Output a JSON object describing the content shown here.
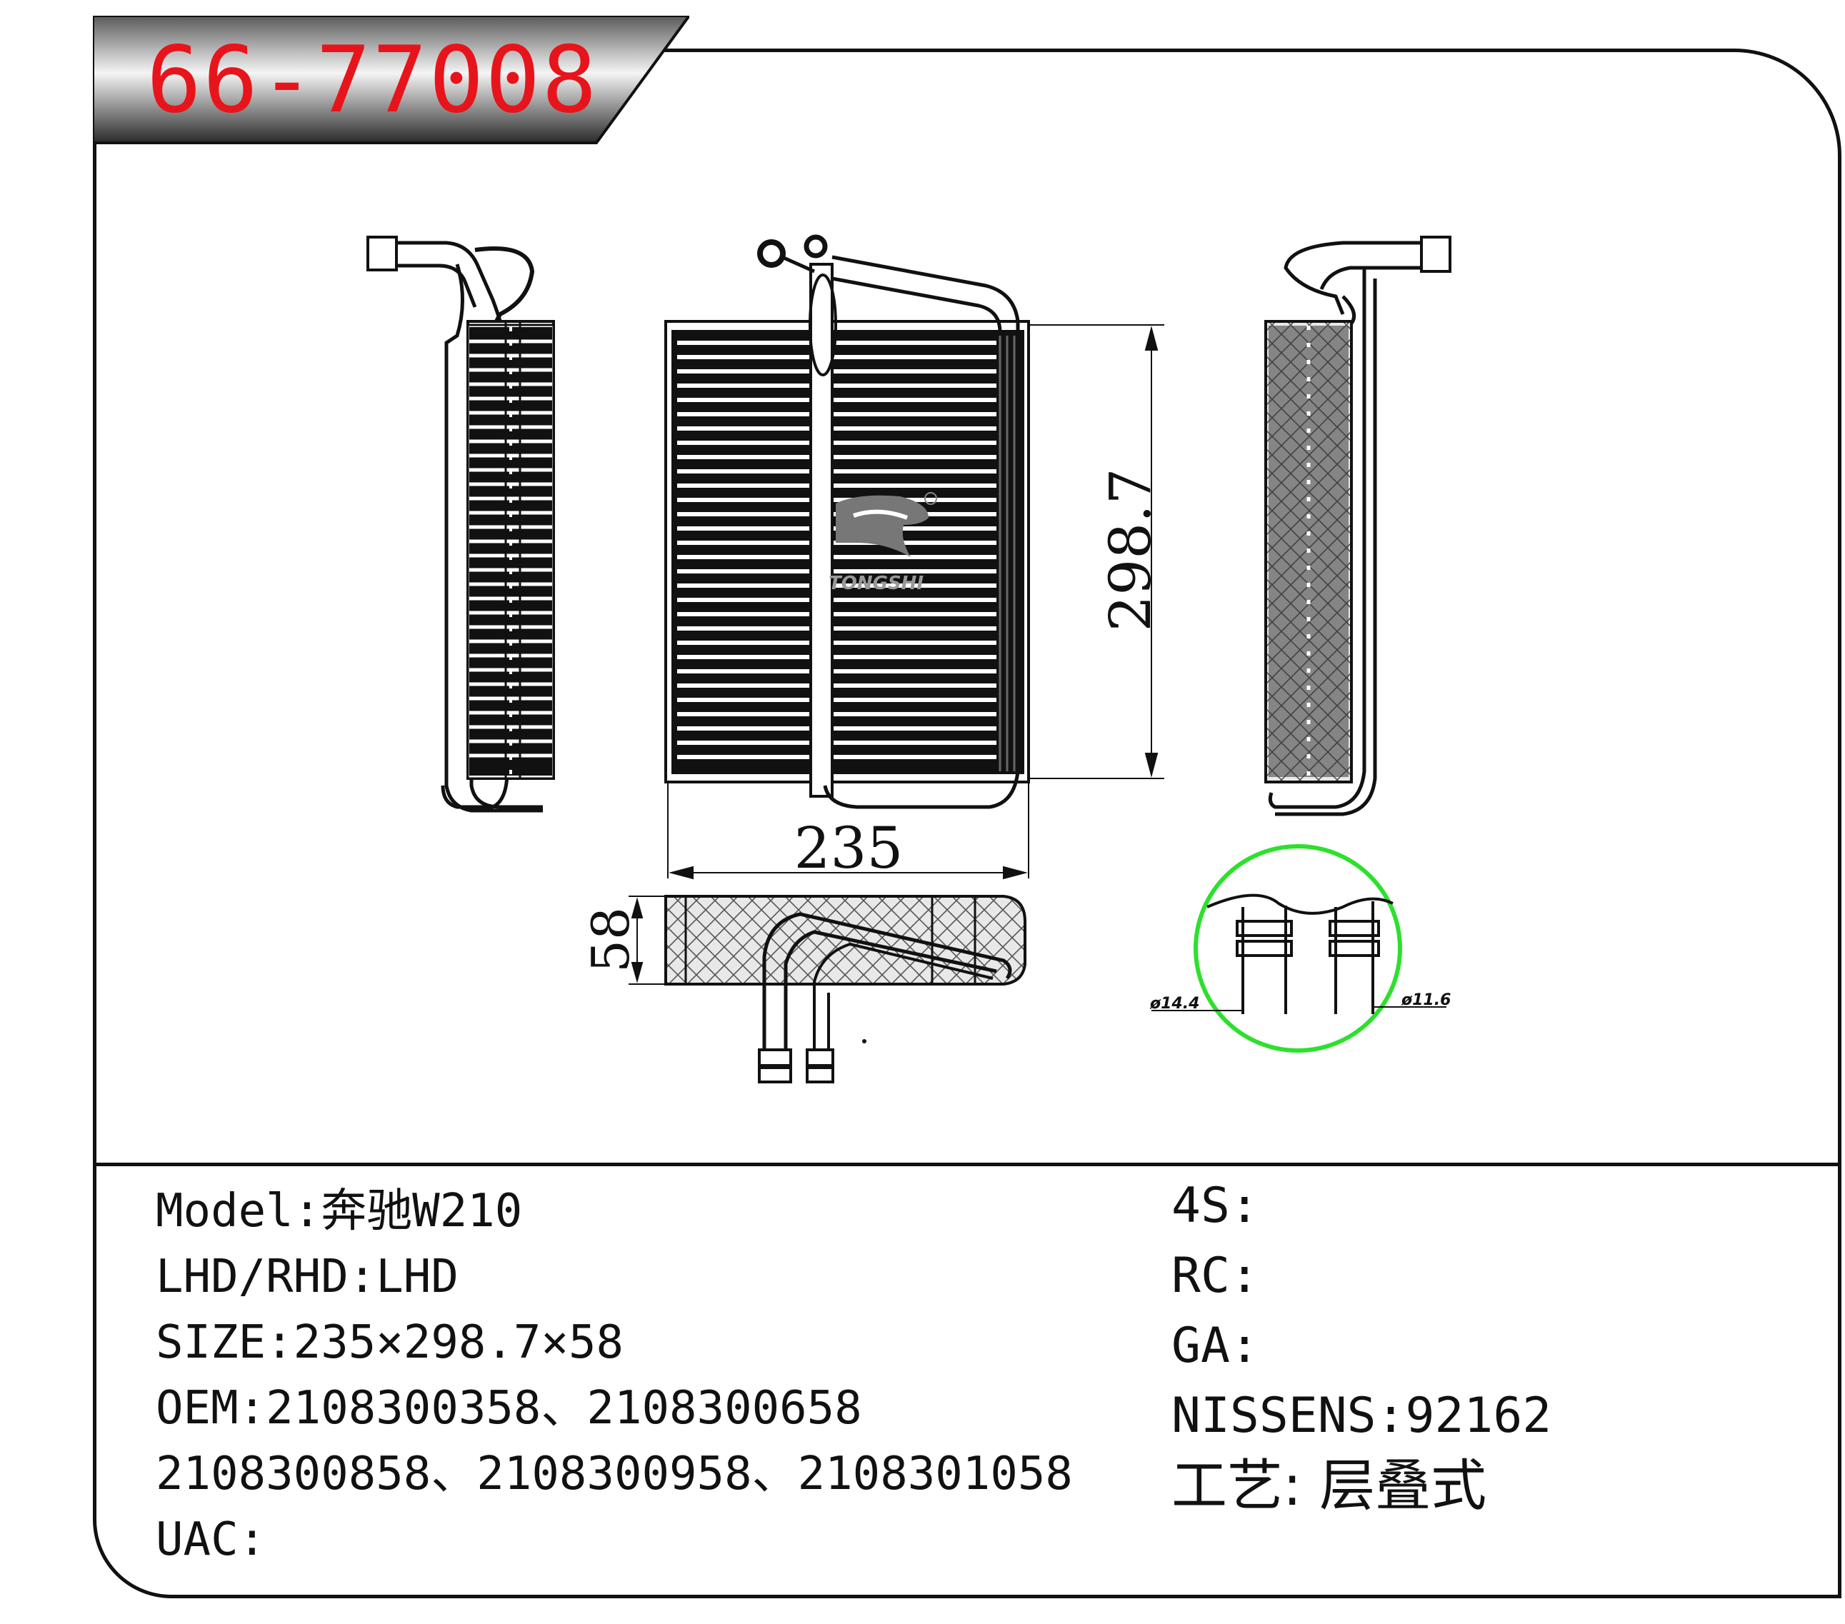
{
  "part_number": "66-77008",
  "dimensions": {
    "width": "235",
    "height": "298.7",
    "depth": "58",
    "pipe_large": "ø14.4",
    "pipe_small": "ø11.6"
  },
  "watermark": "TONGSHI",
  "specs_left": [
    "Model:奔驰W210",
    "LHD/RHD:LHD",
    "SIZE:235×298.7×58",
    "OEM:2108300358、2108300658",
    "2108300858、2108300958、2108301058",
    "UAC:"
  ],
  "specs_right": [
    "4S:",
    "RC:",
    "GA:",
    "NISSENS:92162",
    "工艺: 层叠式"
  ],
  "colors": {
    "accent_red": "#e8141b",
    "callout_green": "#2de02d"
  }
}
